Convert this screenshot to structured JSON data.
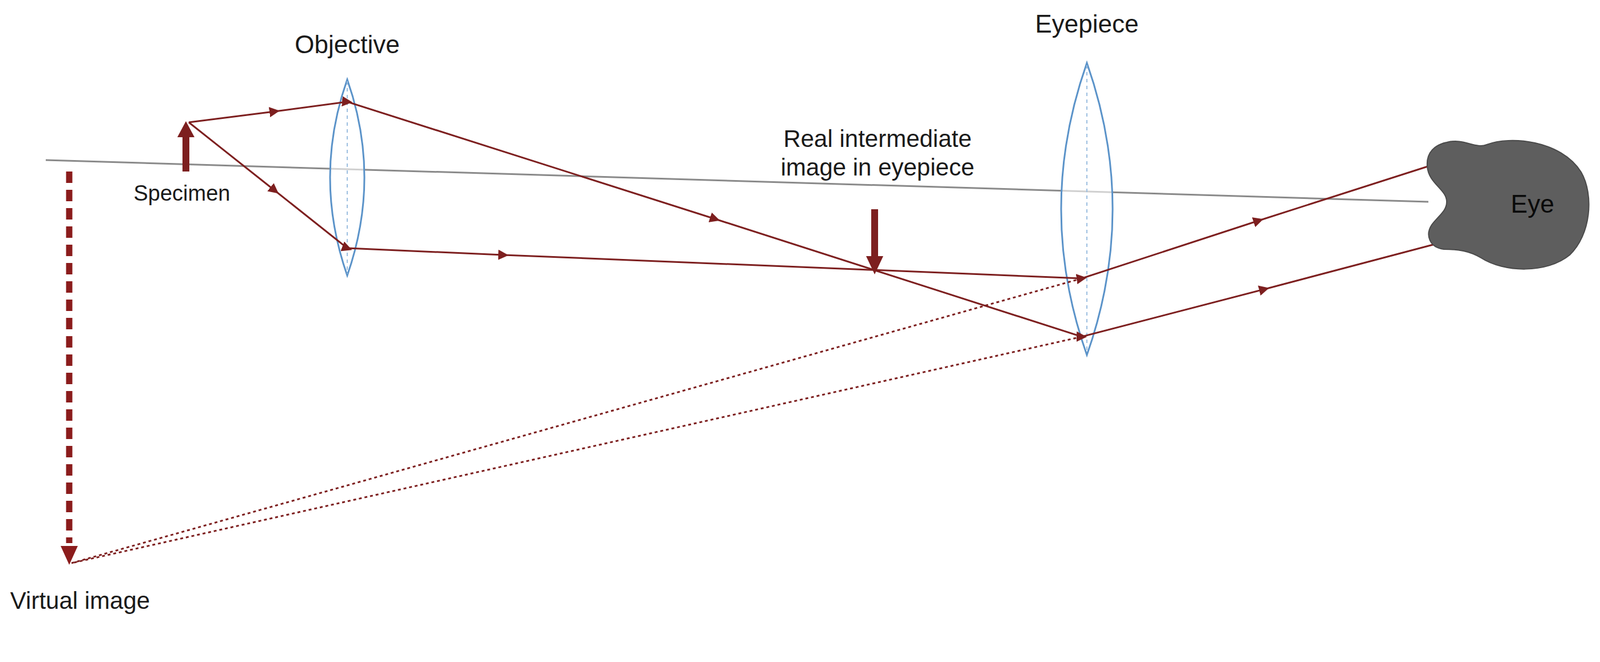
{
  "diagram": {
    "nodes": [
      {
        "text": [
          "Eye"
        ]
      }
    ],
    "labels": [
      "Objective",
      "Eyepiece",
      "Real intermediate image in eyepiece",
      "Specimen",
      "Virtual image"
    ]
  }
}
